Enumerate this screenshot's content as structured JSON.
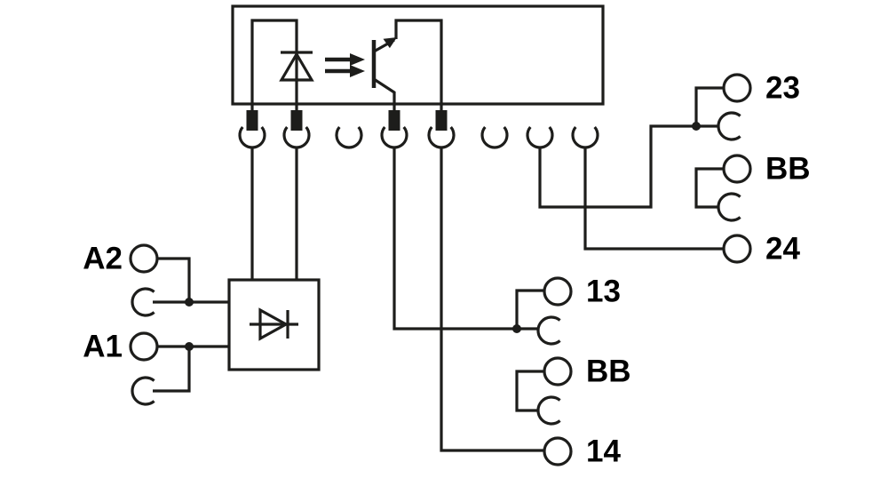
{
  "diagram": {
    "kind": "relay-module wiring schematic with optocoupler",
    "colors": {
      "line": "#1d1d1b",
      "text": "#000000",
      "background": "#ffffff"
    },
    "terminals": {
      "input": [
        {
          "label": "A2"
        },
        {
          "label": "A1"
        }
      ],
      "output_bottom": [
        {
          "label": "13"
        },
        {
          "label": "BB"
        },
        {
          "label": "14"
        }
      ],
      "output_right": [
        {
          "label": "23"
        },
        {
          "label": "BB"
        },
        {
          "label": "24"
        }
      ]
    },
    "components": {
      "optocoupler": "LED + phototransistor in module box",
      "rectifier": "input polarity diode box",
      "socket_count": 8
    }
  }
}
